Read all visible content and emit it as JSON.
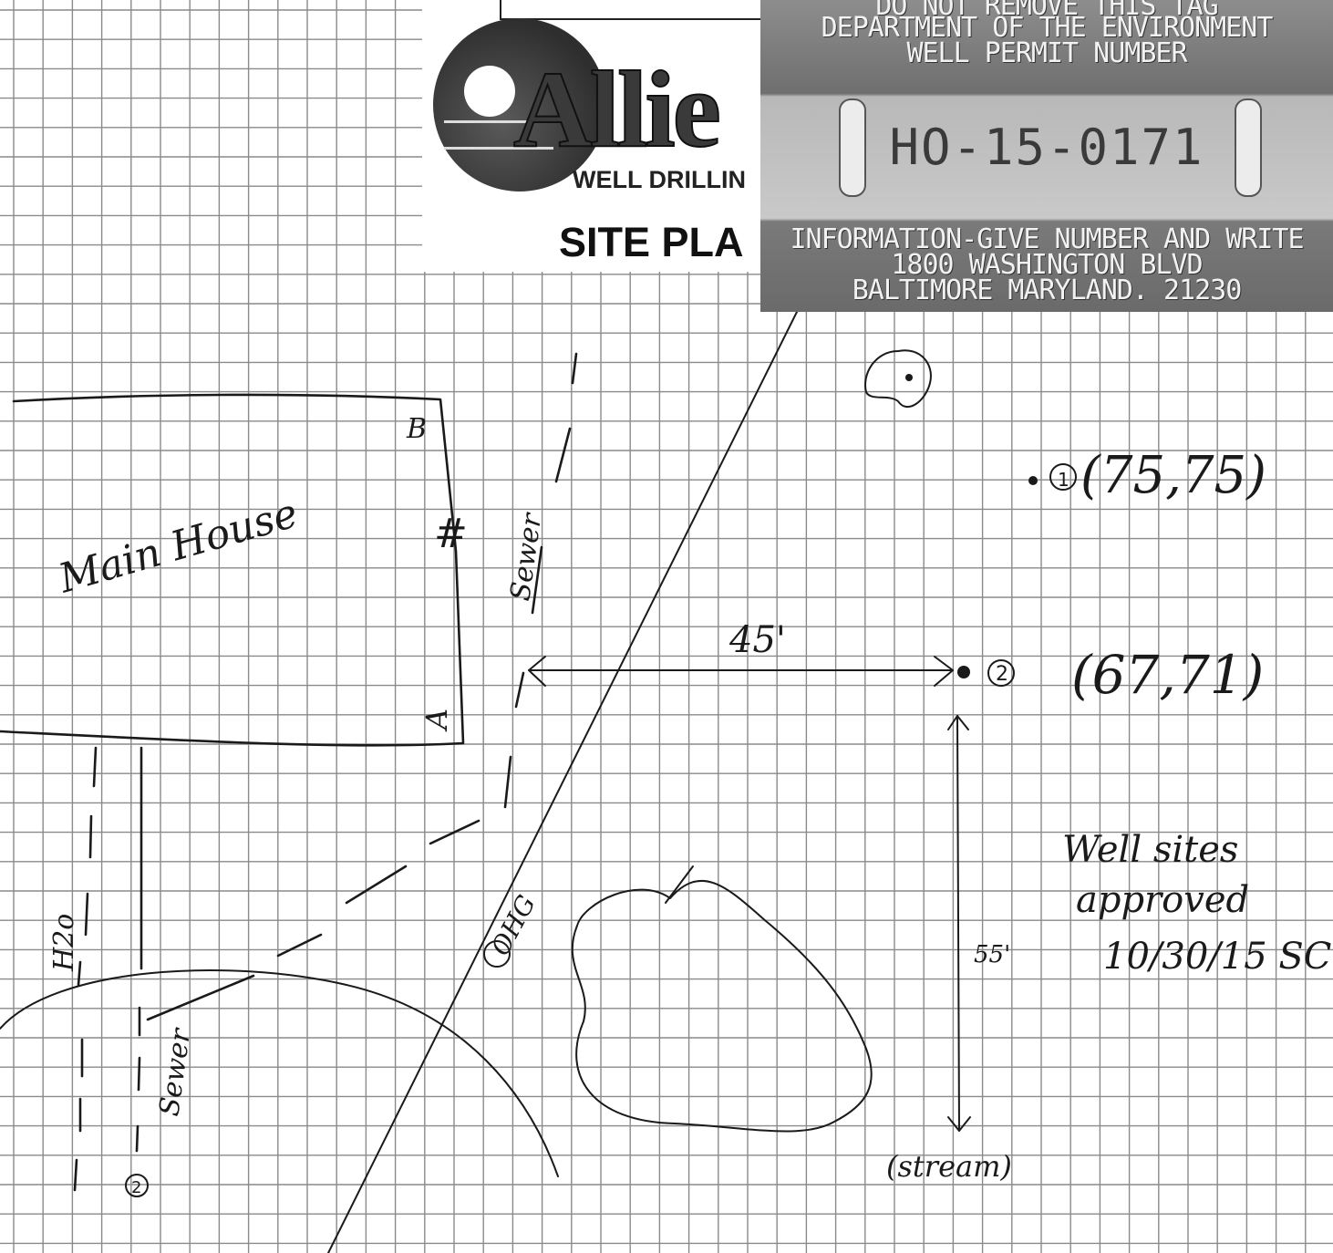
{
  "header": {
    "logo_word": "Allie",
    "logo_subtitle": "WELL DRILLIN",
    "title": "SITE PLA"
  },
  "permit_tag": {
    "line1": "DO NOT REMOVE THIS TAG",
    "line2": "DEPARTMENT OF THE ENVIRONMENT",
    "line3": "WELL PERMIT NUMBER",
    "permit_number": "HO-15-0171",
    "line4": "INFORMATION-GIVE NUMBER AND WRITE",
    "line5": "1800 WASHINGTON BLVD",
    "line6": "BALTIMORE MARYLAND. 21230"
  },
  "annotations": {
    "main_house": "Main House",
    "sewer_top": "Sewer",
    "sewer_bottom": "Sewer",
    "h2o": "H2o",
    "ohg": "OHG",
    "distance_horizontal": "45'",
    "distance_vertical": "55'",
    "stream": "(stream)",
    "well1_marker": "1",
    "well1_coords": "(75,75)",
    "well2_marker": "2",
    "well2_coords": "(67,71)",
    "house_corner_b": "B",
    "house_corner_a": "A",
    "house_side_hash": "#",
    "bottom_marker": "2",
    "approval_line1": "Well sites",
    "approval_line2": "approved",
    "approval_line3": "10/30/15 SC"
  }
}
